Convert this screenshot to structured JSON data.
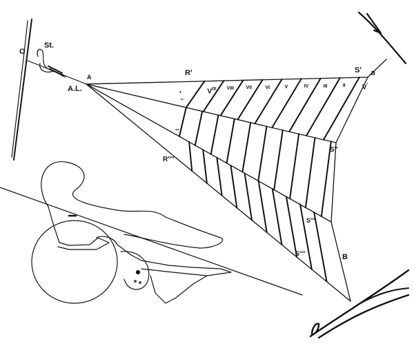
{
  "colors": {
    "ink": "#111111",
    "paper": "#ffffff"
  },
  "labels": {
    "O": "O",
    "St": "St.",
    "A": "A",
    "AL": "A.L.",
    "R1": "R'",
    "dot": "•",
    "R2": "''",
    "R3": "'''",
    "R4": "R''''",
    "S1": "S'",
    "B_top": "B",
    "S2": "S''",
    "S3": "S'''",
    "S4": "S''''",
    "B_bottom": "B"
  },
  "spiral_labels": [
    "V",
    "VIII",
    "VII",
    "VI",
    "V",
    "IV",
    "III",
    "II",
    "V"
  ],
  "spiral_sups": [
    "IX",
    "",
    "",
    "",
    "",
    "",
    "",
    "",
    "'"
  ]
}
